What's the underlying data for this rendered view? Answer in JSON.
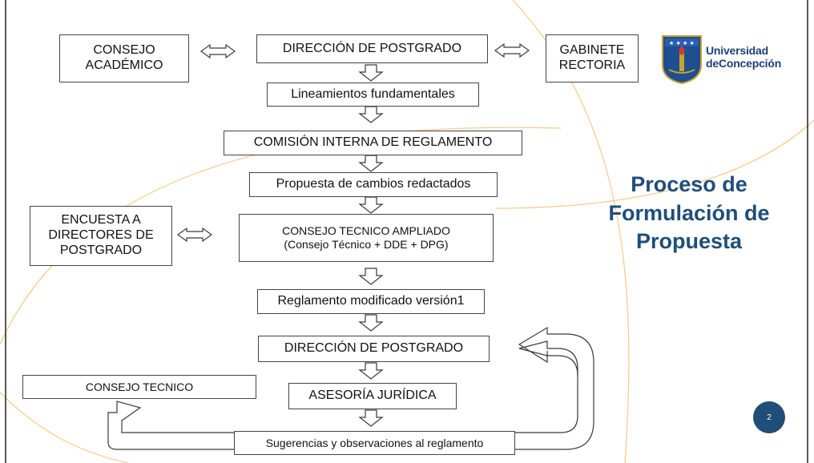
{
  "slide": {
    "title": "Proceso de\nFormulación de\nPropuesta",
    "page_number": "2",
    "logo": {
      "line1": "Universidad",
      "line2": "deConcepción"
    },
    "accent_color": "#1f4e79",
    "decor_line_color": "#f6c98a"
  },
  "diagram": {
    "nodes": {
      "consejo_academico": "CONSEJO\nACADÉMICO",
      "direccion_postgrado_1": "DIRECCIÓN DE POSTGRADO",
      "gabinete_rectoria": "GABINETE\nRECTORIA",
      "lineamientos": "Lineamientos fundamentales",
      "comision_interna": "COMISIÓN INTERNA DE REGLAMENTO",
      "propuesta_cambios": "Propuesta de cambios redactados",
      "encuesta_directores": "ENCUESTA A\nDIRECTORES DE\nPOSTGRADO",
      "consejo_tecnico_ampliado": "CONSEJO TECNICO AMPLIADO\n(Consejo Técnico + DDE + DPG)",
      "reglamento_modificado": "Reglamento modificado versión1",
      "direccion_postgrado_2": "DIRECCIÓN DE POSTGRADO",
      "consejo_tecnico": "CONSEJO TECNICO",
      "asesoria_juridica": "ASESORÍA JURÍDICA",
      "sugerencias": "Sugerencias y observaciones al reglamento"
    },
    "edges": [
      {
        "from": "consejo_academico",
        "to": "direccion_postgrado_1",
        "type": "bidirectional"
      },
      {
        "from": "direccion_postgrado_1",
        "to": "gabinete_rectoria",
        "type": "bidirectional"
      },
      {
        "from": "direccion_postgrado_1",
        "to": "lineamientos",
        "type": "down"
      },
      {
        "from": "lineamientos",
        "to": "comision_interna",
        "type": "down"
      },
      {
        "from": "comision_interna",
        "to": "propuesta_cambios",
        "type": "down"
      },
      {
        "from": "propuesta_cambios",
        "to": "consejo_tecnico_ampliado",
        "type": "down"
      },
      {
        "from": "encuesta_directores",
        "to": "consejo_tecnico_ampliado",
        "type": "bidirectional"
      },
      {
        "from": "consejo_tecnico_ampliado",
        "to": "reglamento_modificado",
        "type": "down"
      },
      {
        "from": "reglamento_modificado",
        "to": "direccion_postgrado_2",
        "type": "down"
      },
      {
        "from": "direccion_postgrado_2",
        "to": "asesoria_juridica",
        "type": "down"
      },
      {
        "from": "asesoria_juridica",
        "to": "sugerencias",
        "type": "down"
      },
      {
        "from": "sugerencias",
        "to": "direccion_postgrado_2",
        "type": "loop"
      },
      {
        "from": "sugerencias",
        "to": "consejo_tecnico",
        "type": "loop"
      }
    ]
  }
}
